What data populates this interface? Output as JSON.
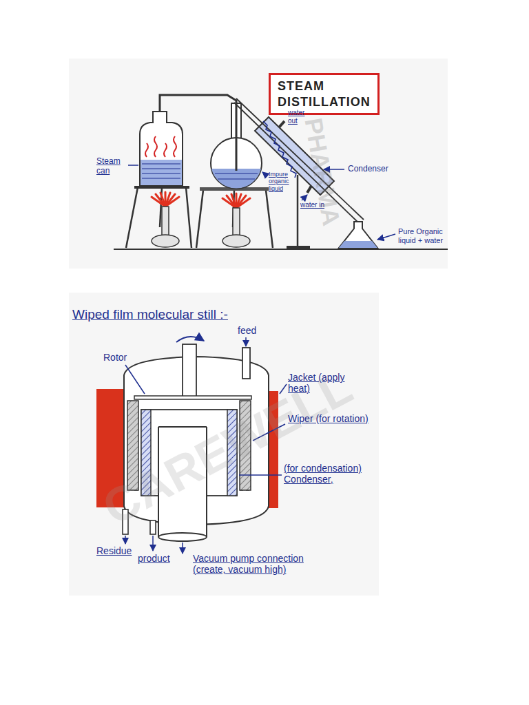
{
  "diagram": {
    "title": "STEAM DISTILLATION",
    "labels": [
      "PHARMA",
      "Steam can",
      "Impure organic liquid",
      "water out",
      "Condenser",
      "water in",
      "Pure Organic liquid + water",
      "Wiped film molecular still :-",
      "feed",
      "Rotor",
      "Jacket (apply heat)",
      "Wiper (for rotation)",
      "(for condensation) Condenser,",
      "Residue",
      "product",
      "Vacuum pump connection (create, vacuum high)",
      "CAREWELL"
    ]
  }
}
